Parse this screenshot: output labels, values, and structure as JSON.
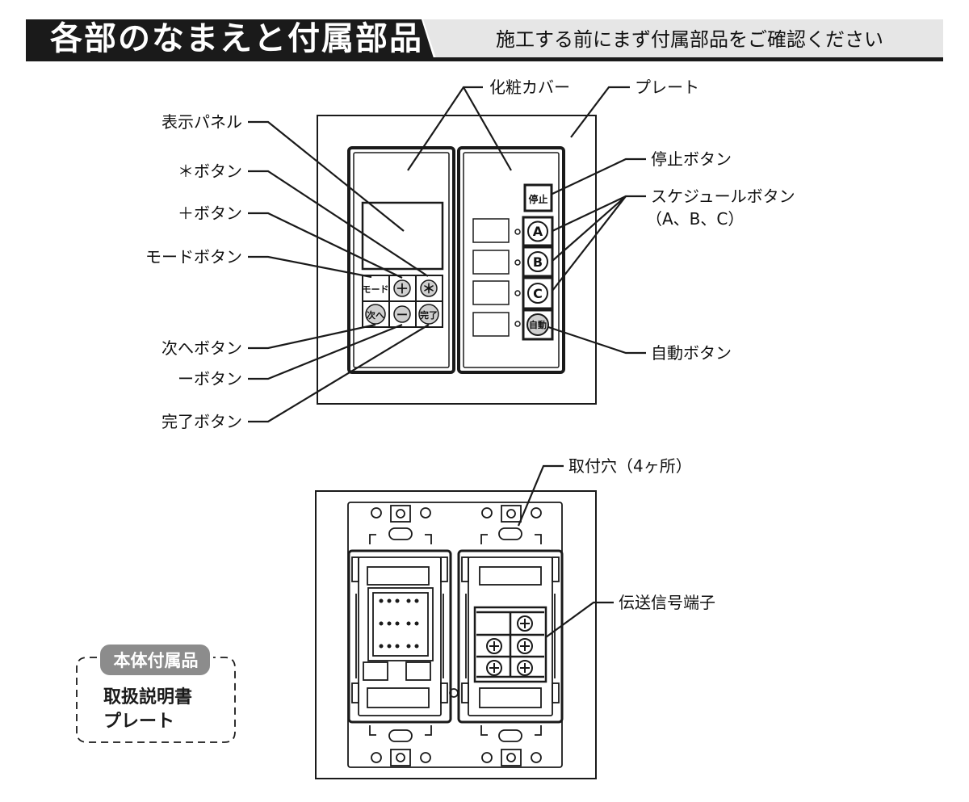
{
  "header": {
    "title": "各部のなまえと付属部品",
    "subtitle": "施工する前にまず付属部品をご確認ください"
  },
  "front_labels": {
    "display_panel": "表示パネル",
    "asterisk_button": "＊ボタン",
    "plus_button": "＋ボタン",
    "mode_button": "モードボタン",
    "next_button": "次へボタン",
    "minus_button": "ーボタン",
    "done_button": "完了ボタン",
    "cosmetic_cover": "化粧カバー",
    "plate": "プレート",
    "stop_button": "停止ボタン",
    "schedule_button": "スケジュールボタン",
    "schedule_button_sub": "（A、B、C）",
    "auto_button": "自動ボタン"
  },
  "keys": {
    "mode": "モード",
    "plus": "＋",
    "asterisk": "＊",
    "next": "次へ",
    "minus": "ー",
    "done": "完了",
    "stop": "停止",
    "a": "A",
    "b": "B",
    "c": "C",
    "auto": "自動"
  },
  "back_labels": {
    "mounting_holes": "取付穴（4ヶ所）",
    "signal_terminal": "伝送信号端子"
  },
  "accessories": {
    "title": "本体付属品",
    "items": [
      "取扱説明書",
      "プレート"
    ]
  },
  "colors": {
    "header_dark": "#1a1a1a",
    "header_gray": "#e6e6e6",
    "badge_gray": "#8c8c8c",
    "line": "#1a1a1a",
    "key_gray": "#cfcfcf"
  }
}
